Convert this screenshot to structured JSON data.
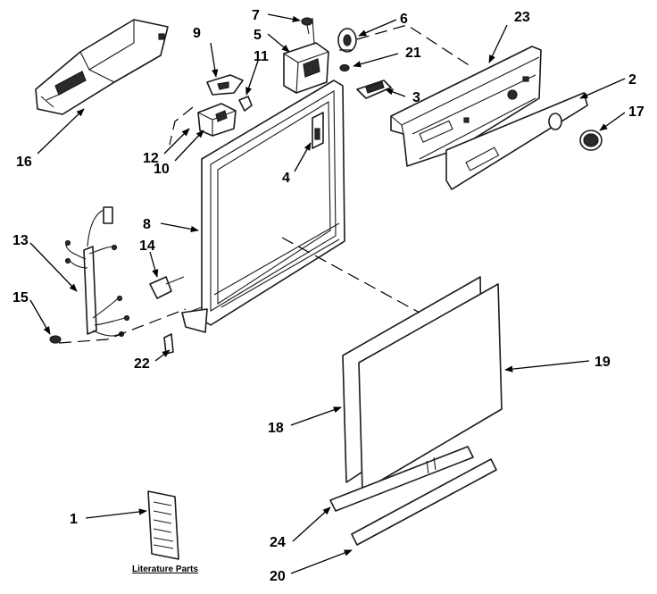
{
  "diagram": {
    "callouts": {
      "c1": "1",
      "c2": "2",
      "c3": "3",
      "c4": "4",
      "c5": "5",
      "c6": "6",
      "c7": "7",
      "c8": "8",
      "c9": "9",
      "c10": "10",
      "c11": "11",
      "c12": "12",
      "c13": "13",
      "c14": "14",
      "c15": "15",
      "c16": "16",
      "c17": "17",
      "c18": "18",
      "c19": "19",
      "c20": "20",
      "c21": "21",
      "c22": "22",
      "c23": "23",
      "c24": "24"
    },
    "literature_caption": "Literature Parts"
  }
}
